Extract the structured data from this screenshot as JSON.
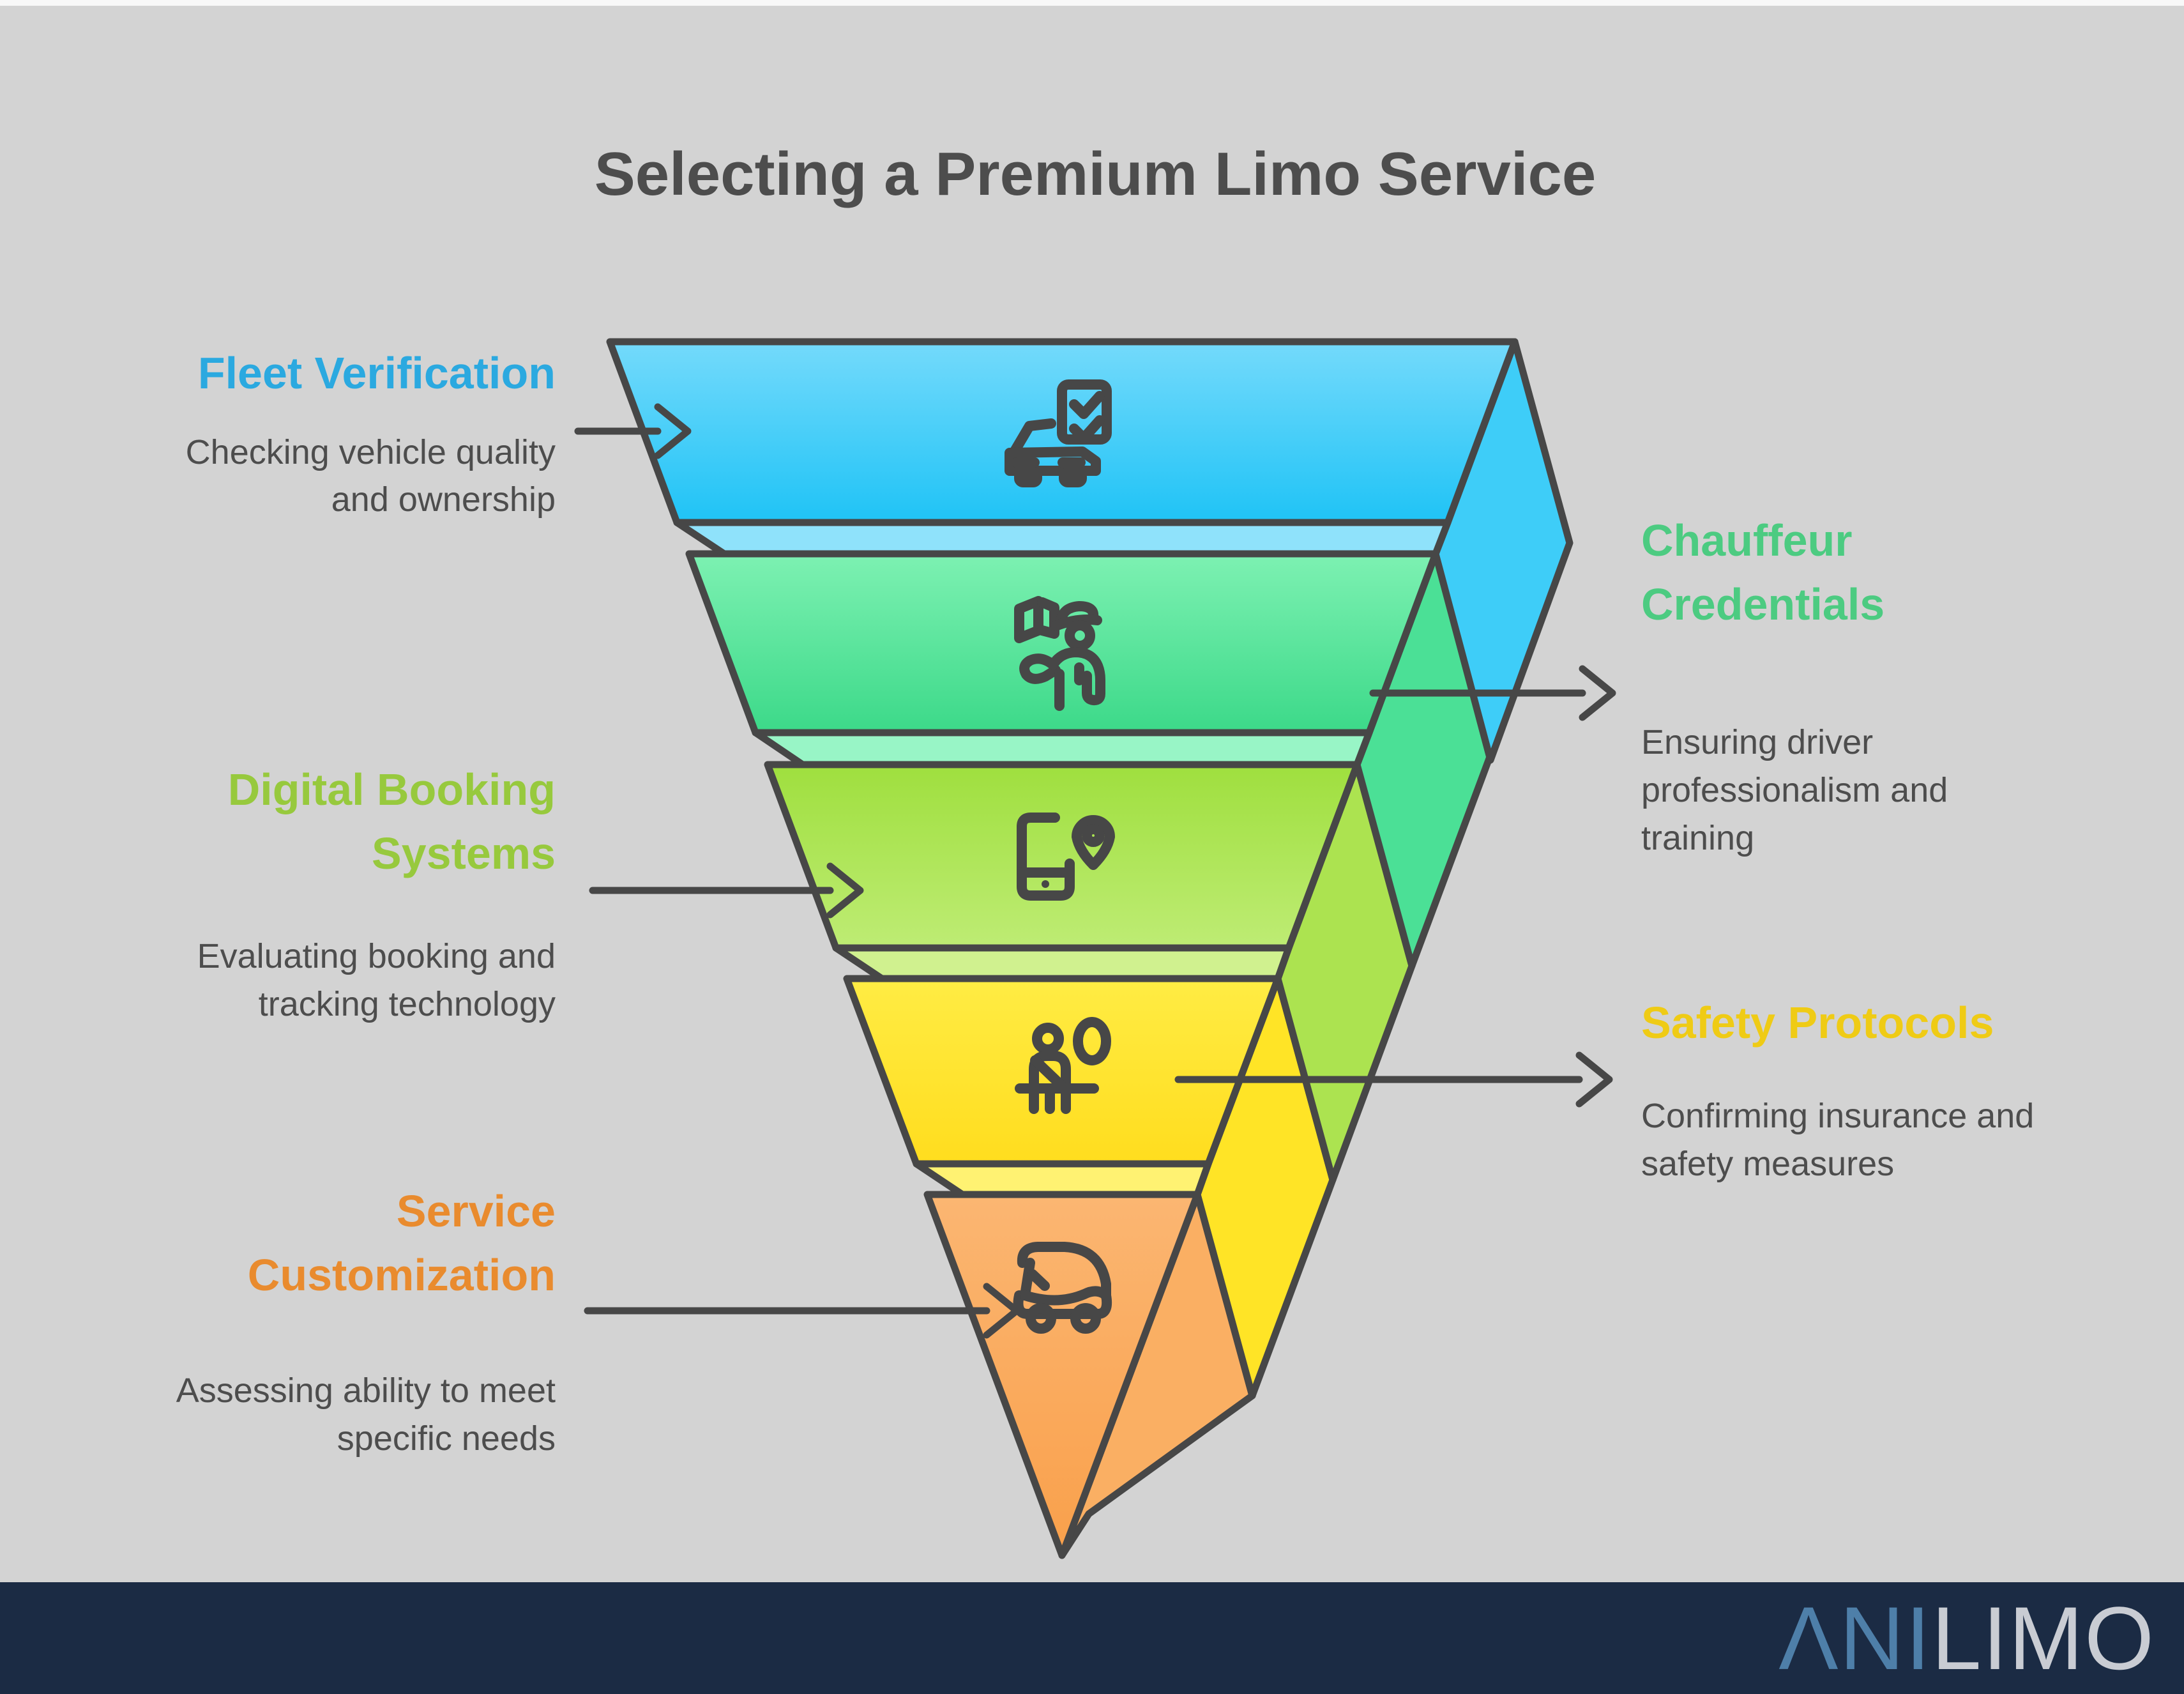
{
  "page": {
    "background": "#D3D3D3",
    "top_strip": "#F8F8F8"
  },
  "title": {
    "text": "Selecting a Premium Limo Service",
    "color": "#4D4D4D"
  },
  "text_color": "#4D4D4D",
  "funnel": {
    "outline_color": "#474747",
    "levels": [
      {
        "label": "Fleet Verification",
        "icon": "car-checklist-icon",
        "fill_top": "#74DAFB",
        "fill_bottom": "#1FC3F6",
        "lip": "#8FE2FB",
        "panel": "#3ECDF8"
      },
      {
        "label": "Chauffeur Credentials",
        "icon": "chauffeur-icon",
        "fill_top": "#7DF1B2",
        "fill_bottom": "#3CD989",
        "lip": "#98F5C6",
        "panel": "#4BE096"
      },
      {
        "label": "Digital Booking Systems",
        "icon": "phone-location-icon",
        "fill_top": "#9FDF3E",
        "fill_bottom": "#BEEC74",
        "lip": "#D0F18F",
        "panel": "#ACE350"
      },
      {
        "label": "Safety Protocols",
        "icon": "seatbelt-passenger-icon",
        "fill_top": "#FFEC44",
        "fill_bottom": "#FFDD1E",
        "lip": "#FFF272",
        "panel": "#FFE426"
      },
      {
        "label": "Service Customization",
        "icon": "limo-cart-icon",
        "fill_top": "#FBB672",
        "fill_bottom": "#F9A04B",
        "lip": "#FCCF9E",
        "panel": "#FAAF63"
      }
    ]
  },
  "callouts": [
    {
      "side": "left",
      "color": "#2BA9E0",
      "title_lines": [
        "Fleet Verification"
      ],
      "desc_lines": [
        "Checking vehicle quality",
        "and ownership"
      ]
    },
    {
      "side": "right",
      "color": "#4CCB81",
      "title_lines": [
        "Chauffeur",
        "Credentials"
      ],
      "desc_lines": [
        "Ensuring driver",
        "professionalism and",
        "training"
      ]
    },
    {
      "side": "left",
      "color": "#97C93D",
      "title_lines": [
        "Digital Booking",
        "Systems"
      ],
      "desc_lines": [
        "Evaluating booking and",
        "tracking technology"
      ]
    },
    {
      "side": "right",
      "color": "#EFCB15",
      "title_lines": [
        "Safety Protocols"
      ],
      "desc_lines": [
        "Confirming insurance and",
        "safety measures"
      ]
    },
    {
      "side": "left",
      "color": "#E98B2E",
      "title_lines": [
        "Service",
        "Customization"
      ],
      "desc_lines": [
        "Assessing ability to meet",
        "specific needs"
      ]
    }
  ],
  "footer": {
    "background": "#1B2B44",
    "logo_part1": "ΛNI",
    "logo_part2": "LIMO",
    "logo_color1": "#4E7FA9",
    "logo_color2": "#C9CCD3"
  }
}
